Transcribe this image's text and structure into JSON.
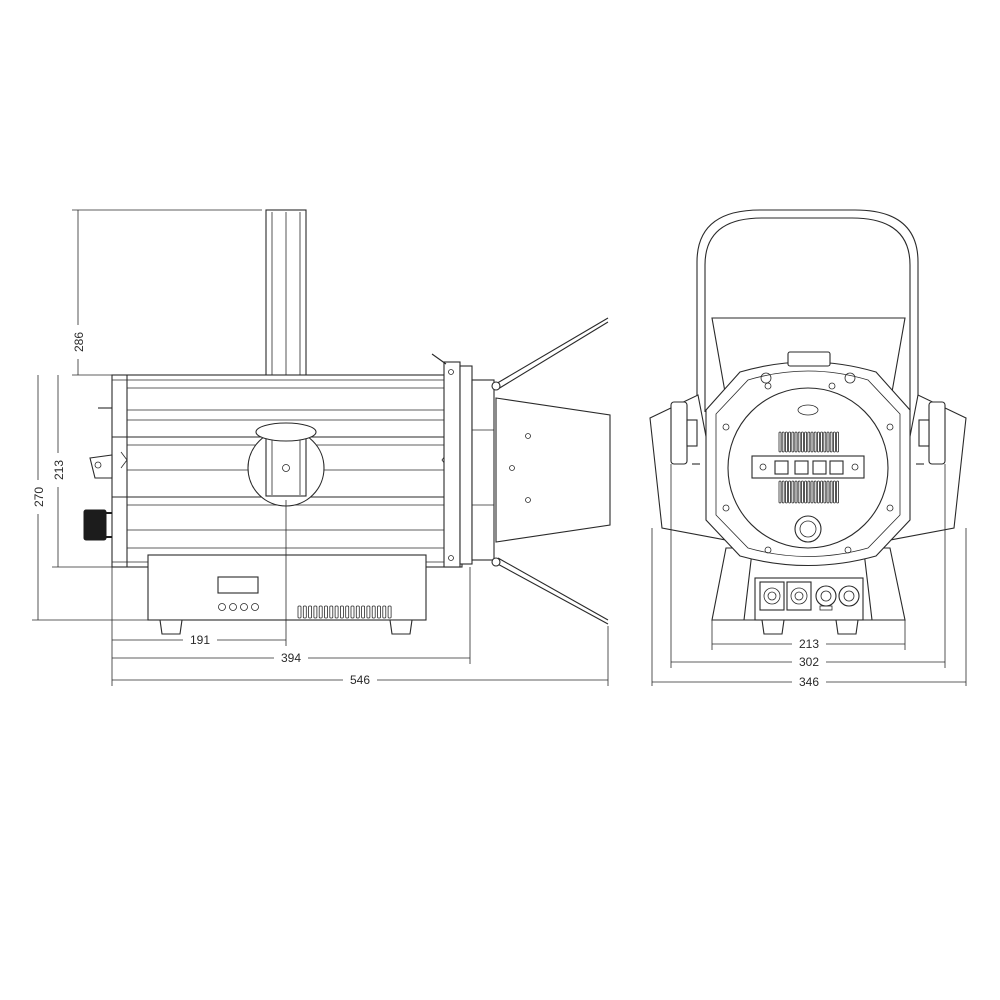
{
  "dimensions": {
    "side_view": {
      "height_arm": "286",
      "height_body": "213",
      "height_total": "270",
      "length_to_arm": "191",
      "length_body": "394",
      "length_total": "546"
    },
    "front_view": {
      "width_base": "213",
      "width_yoke": "302",
      "width_total": "346"
    }
  },
  "colors": {
    "line": "#2a2a2a",
    "background": "#ffffff",
    "knob": "#1c1c1c"
  }
}
